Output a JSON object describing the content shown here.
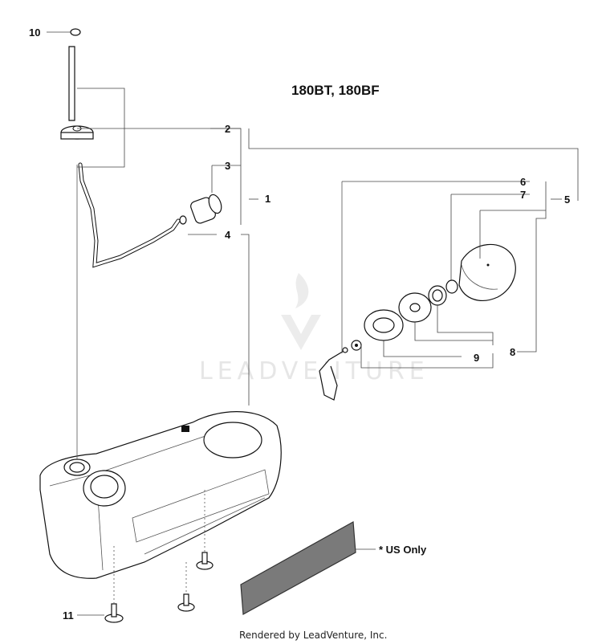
{
  "title": "180BT, 180BF",
  "callouts": {
    "c1": "1",
    "c2": "2",
    "c3": "3",
    "c4": "4",
    "c5": "5",
    "c6": "6",
    "c7": "7",
    "c8": "8",
    "c9": "9",
    "c10": "10",
    "c11": "11"
  },
  "us_only": "* US Only",
  "watermark": "LEADVENTURE",
  "footer": "Rendered by LeadVenture, Inc."
}
